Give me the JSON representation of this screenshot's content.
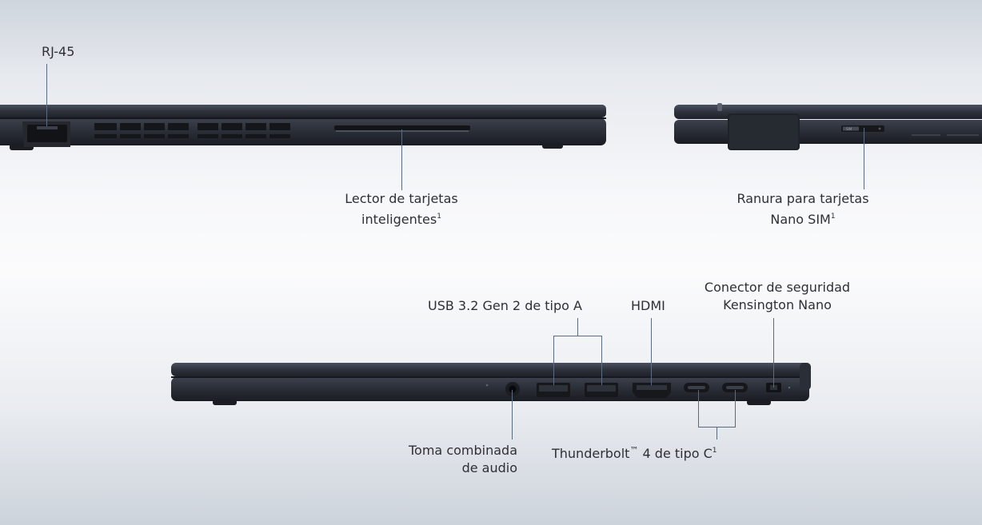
{
  "callouts": {
    "rj45": "RJ-45",
    "smartcard_l1": "Lector de tarjetas",
    "smartcard_l2": "inteligentes",
    "smartcard_sup": "1",
    "nanosim_l1": "Ranura para tarjetas",
    "nanosim_l2": "Nano SIM",
    "nanosim_sup": "1",
    "usb": "USB 3.2 Gen 2 de tipo A",
    "hdmi": "HDMI",
    "kensington_l1": "Conector de seguridad",
    "kensington_l2": "Kensington Nano",
    "audio_l1": "Toma combinada",
    "audio_l2": "de audio",
    "thunderbolt_a": "Thunderbolt",
    "thunderbolt_tm": "™",
    "thunderbolt_b": " 4 de tipo C",
    "thunderbolt_sup": "1"
  },
  "port_markings": {
    "sim_tray": "SIM"
  },
  "colors": {
    "chassis": "#2b2f38",
    "chassis_dark": "#1e2128",
    "leader_line": "#5d6b80",
    "text": "#2e3036"
  }
}
